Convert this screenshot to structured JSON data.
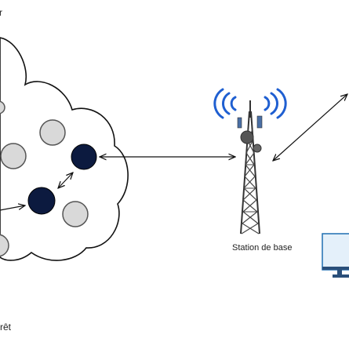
{
  "labels": {
    "top_partial": "r",
    "station": "Station de base",
    "bottom_partial": "rêt"
  },
  "colors": {
    "active_node": "#0c1a3f",
    "passive_node": "#d9d9d9",
    "signal_waves": "#1f5fd1",
    "tower": "#333333",
    "antenna_dot": "#555555",
    "monitor_screen": "#e4f0fa",
    "monitor_frame": "#1f6fb2"
  },
  "icons": [
    "tower-icon",
    "signal-waves-icon",
    "monitor-icon"
  ]
}
